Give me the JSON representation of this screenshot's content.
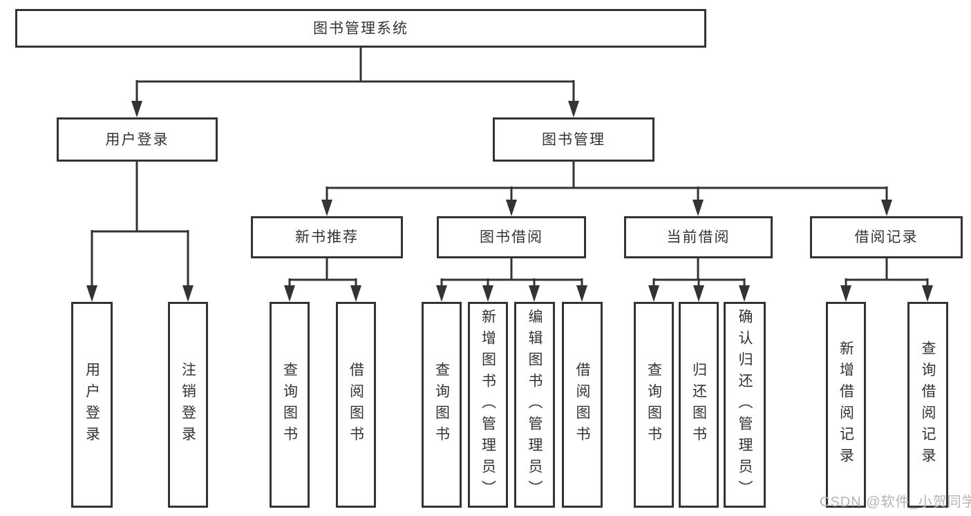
{
  "diagram": {
    "root": {
      "label": "图书管理系统"
    },
    "level2": {
      "user_login": {
        "label": "用户登录"
      },
      "book_management": {
        "label": "图书管理"
      }
    },
    "level3": {
      "new_book_recommend": {
        "label": "新书推荐"
      },
      "book_borrow": {
        "label": "图书借阅"
      },
      "current_borrow": {
        "label": "当前借阅"
      },
      "borrow_record": {
        "label": "借阅记录"
      }
    },
    "leaves": {
      "user_login_login": "用户登录",
      "user_login_logout": "注销登录",
      "new_book_query": "查询图书",
      "new_book_borrow": "借阅图书",
      "borrow_query": "查询图书",
      "borrow_add_admin": "新增图书（管理员）",
      "borrow_edit_admin": "编辑图书（管理员）",
      "borrow_borrow": "借阅图书",
      "current_query": "查询图书",
      "current_return": "归还图书",
      "current_confirm_admin": "确认归还（管理员）",
      "record_add": "新增借阅记录",
      "record_query": "查询借阅记录"
    }
  },
  "watermark": {
    "text": "CSDN @软件_小贺同学"
  },
  "colors": {
    "line": "#333333",
    "box_border": "#333333",
    "text": "#333333",
    "watermark_text": "#b4b4b4",
    "background": "#ffffff"
  }
}
